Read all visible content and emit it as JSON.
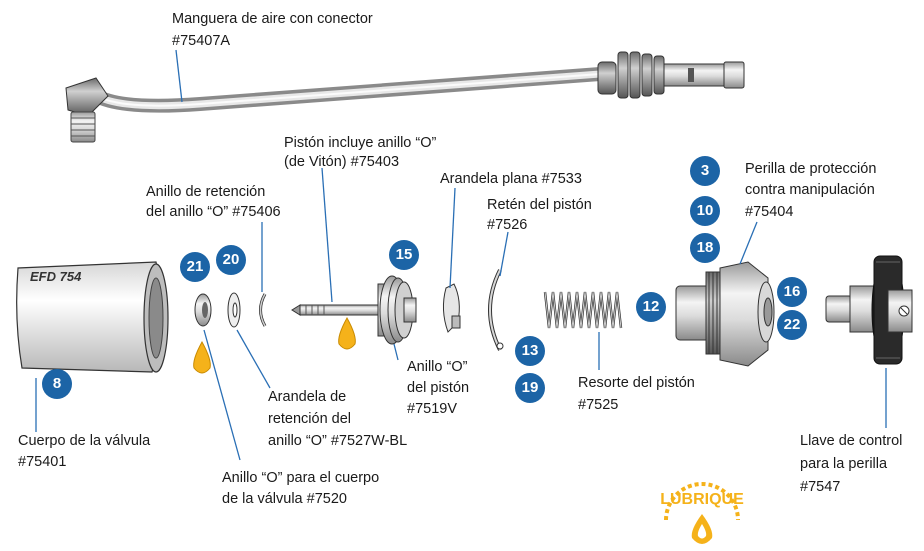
{
  "labels": {
    "hose_name": "Manguera de aire con conector",
    "hose_part": "#75407A",
    "piston_line1": "Pistón incluye anillo “O”",
    "piston_line2": "(de Vitón) #75403",
    "retainer_ring_line1": "Anillo de retención",
    "retainer_ring_line2": "del anillo “O” #75406",
    "flat_washer": "Arandela plana #7533",
    "piston_retainer_line1": "Retén del pistón",
    "piston_retainer_line2": "#7526",
    "knob_line1": "Perilla de protección",
    "knob_line2": "contra manipulación",
    "knob_part": "#75404",
    "body_line1": "Cuerpo de la válvula",
    "body_part": "#75401",
    "washer_line1": "Arandela de",
    "washer_line2": "retención del",
    "washer_line3": "anillo “O” #7527W-BL",
    "body_oring_line1": "Anillo “O” para el cuerpo",
    "body_oring_line2": "de la válvula #7520",
    "piston_oring_line1": "Anillo “O”",
    "piston_oring_line2": "del pistón",
    "piston_oring_part": "#7519V",
    "spring_line1": "Resorte del pistón",
    "spring_part": "#7525",
    "key_line1": "Llave de control",
    "key_line2": "para la perilla",
    "key_part": "#7547",
    "valve_brand": "EFD 754",
    "lube_text": "LUBRIQUE"
  },
  "badges": [
    "3",
    "10",
    "18",
    "16",
    "22",
    "12",
    "15",
    "13",
    "19",
    "21",
    "20",
    "8"
  ],
  "colors": {
    "badge": "#1c64a6",
    "lubricant": "#f5b21a",
    "text": "#1a1a1a",
    "part_line": "#333333"
  }
}
